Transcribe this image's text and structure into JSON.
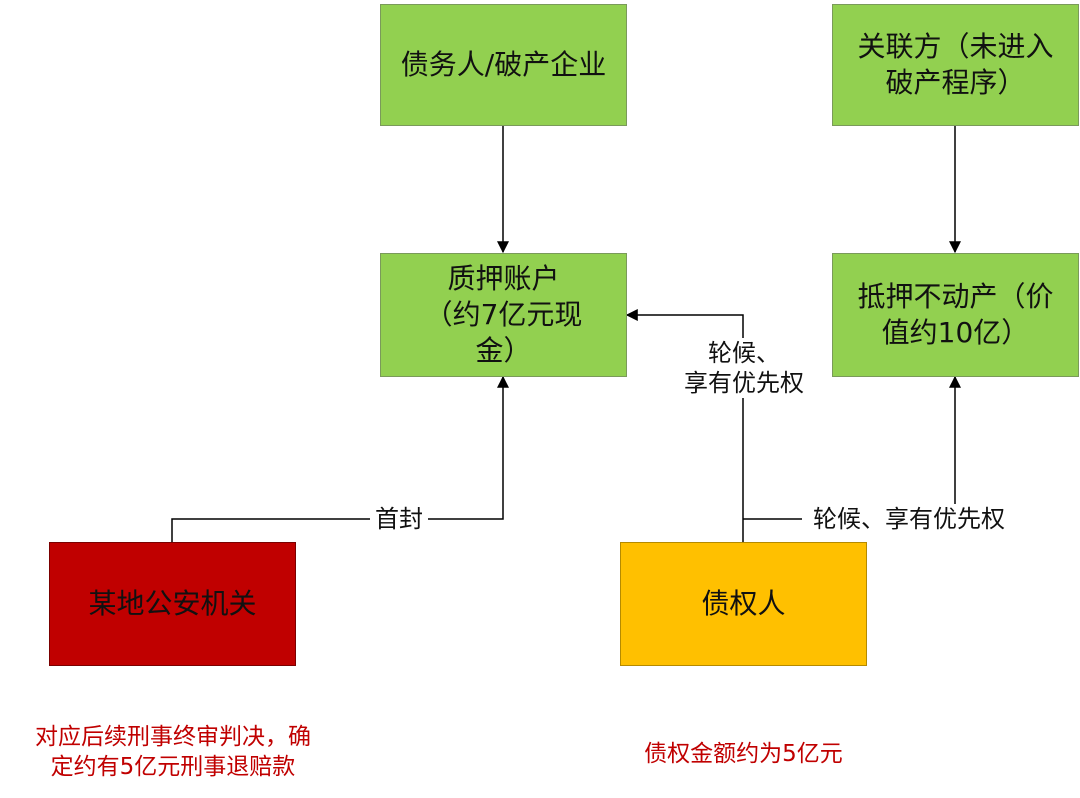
{
  "nodes": {
    "debtor": "债务人/破产企业",
    "related_party": "关联方（未进入\n破产程序）",
    "pledged_account": "质押账户\n（约7亿元现\n金）",
    "mortgaged_property": "抵押不动产（价\n值约10亿）",
    "police": "某地公安机关",
    "creditor": "债权人"
  },
  "edges": {
    "first_seal": "首封",
    "wait_seal_account": "轮候、\n享有优先权",
    "wait_seal_property": "轮候、享有优先权"
  },
  "notes": {
    "police_note": "对应后续刑事终审判决，确\n定约有5亿元刑事退赔款",
    "creditor_note": "债权金额约为5亿元"
  },
  "colors": {
    "green": "#92d050",
    "red": "#c00000",
    "yellow": "#ffc000",
    "note_text": "#c00000"
  }
}
